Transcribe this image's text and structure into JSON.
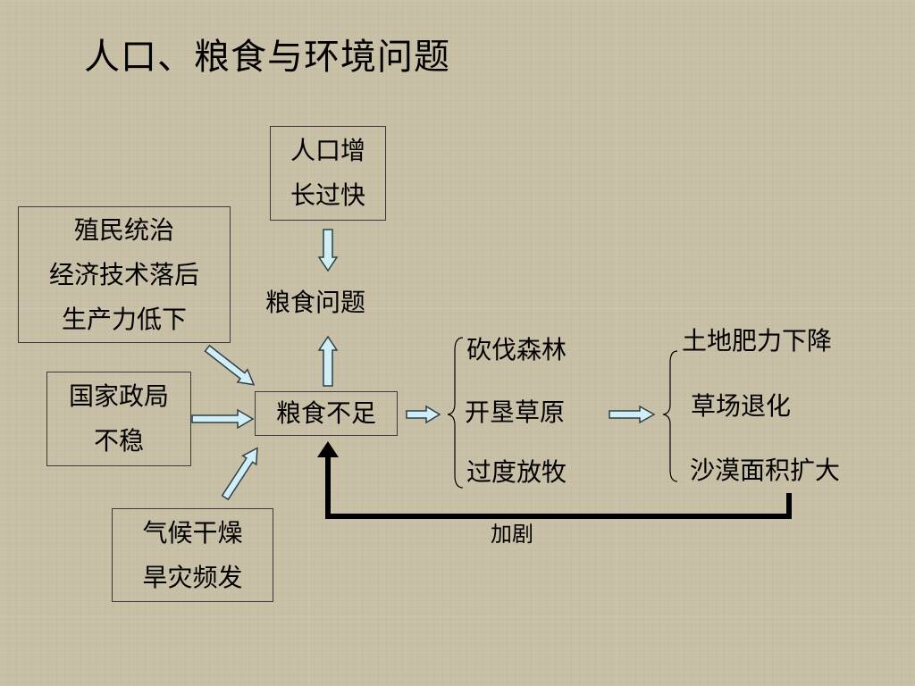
{
  "title": "人口、粮食与环境问题",
  "nodes": {
    "population": {
      "lines": [
        "人口增",
        "长过快"
      ]
    },
    "food_problem": {
      "text": "粮食问题"
    },
    "colonial": {
      "lines": [
        "殖民统治",
        "经济技术落后",
        "生产力低下"
      ]
    },
    "politics": {
      "lines": [
        "国家政局",
        "不稳"
      ]
    },
    "food_shortage": {
      "text": "粮食不足"
    },
    "climate": {
      "lines": [
        "气候干燥",
        "旱灾频发"
      ]
    }
  },
  "actions": [
    "砍伐森林",
    "开垦草原",
    "过度放牧"
  ],
  "consequences": [
    "土地肥力下降",
    "草场退化",
    "沙漠面积扩大"
  ],
  "feedback_label": "加剧",
  "colors": {
    "arrow_fill": "#cfeef5",
    "arrow_stroke": "#2f3f46",
    "line": "#000000",
    "box_border": "#3a3a3a"
  }
}
